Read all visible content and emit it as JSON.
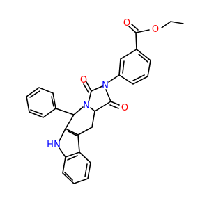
{
  "colors": {
    "carbon_bond": "#000000",
    "oxygen": "#ff0000",
    "nitrogen": "#0000ff",
    "background": "#ffffff"
  },
  "atoms": {
    "ester_carbonyl_o": "O",
    "ester_ether_o": "O",
    "imide_top_o": "O",
    "imide_right_o": "O",
    "imide_n": "N",
    "bridge_n": "N",
    "indole_nh_n": "N",
    "indole_nh_h": "H"
  }
}
